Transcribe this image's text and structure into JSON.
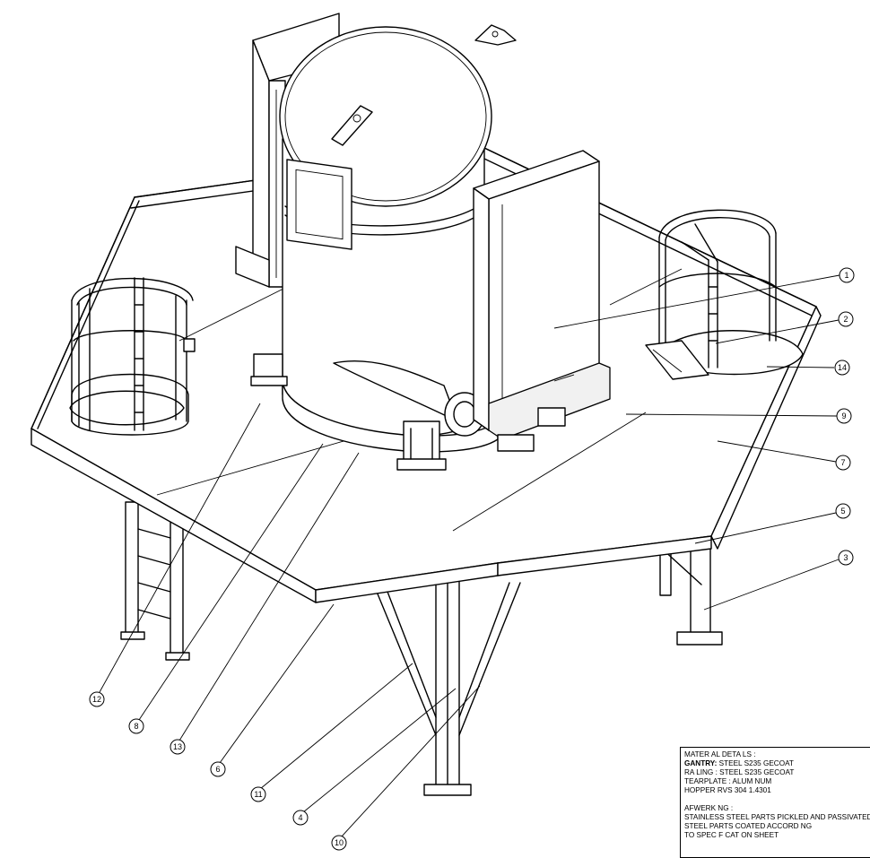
{
  "callouts": [
    {
      "id": "1",
      "label": "1"
    },
    {
      "id": "2",
      "label": "2"
    },
    {
      "id": "14",
      "label": "14"
    },
    {
      "id": "9",
      "label": "9"
    },
    {
      "id": "7",
      "label": "7"
    },
    {
      "id": "5",
      "label": "5"
    },
    {
      "id": "3",
      "label": "3"
    },
    {
      "id": "12",
      "label": "12"
    },
    {
      "id": "8",
      "label": "8"
    },
    {
      "id": "13",
      "label": "13"
    },
    {
      "id": "6",
      "label": "6"
    },
    {
      "id": "11",
      "label": "11"
    },
    {
      "id": "4",
      "label": "4"
    },
    {
      "id": "10",
      "label": "10"
    }
  ],
  "material_details": {
    "heading": "MATER AL DETA LS :",
    "gantry_label": "GANTRY:",
    "gantry_value": " STEEL S235 GECOAT",
    "railing": "RA LING : STEEL S235 GECOAT",
    "tearplate": "TEARPLATE :   ALUM NUM",
    "hopper": "HOPPER RVS 304 1.4301",
    "afwerking_heading": "AFWERK NG :",
    "afwerking_line1": "STAINLESS STEEL PARTS   PICKLED AND PASSIVATED",
    "afwerking_line2": "STEEL PARTS COATED ACCORD NG",
    "afwerking_line3": "TO SPEC F CAT ON SHEET"
  }
}
